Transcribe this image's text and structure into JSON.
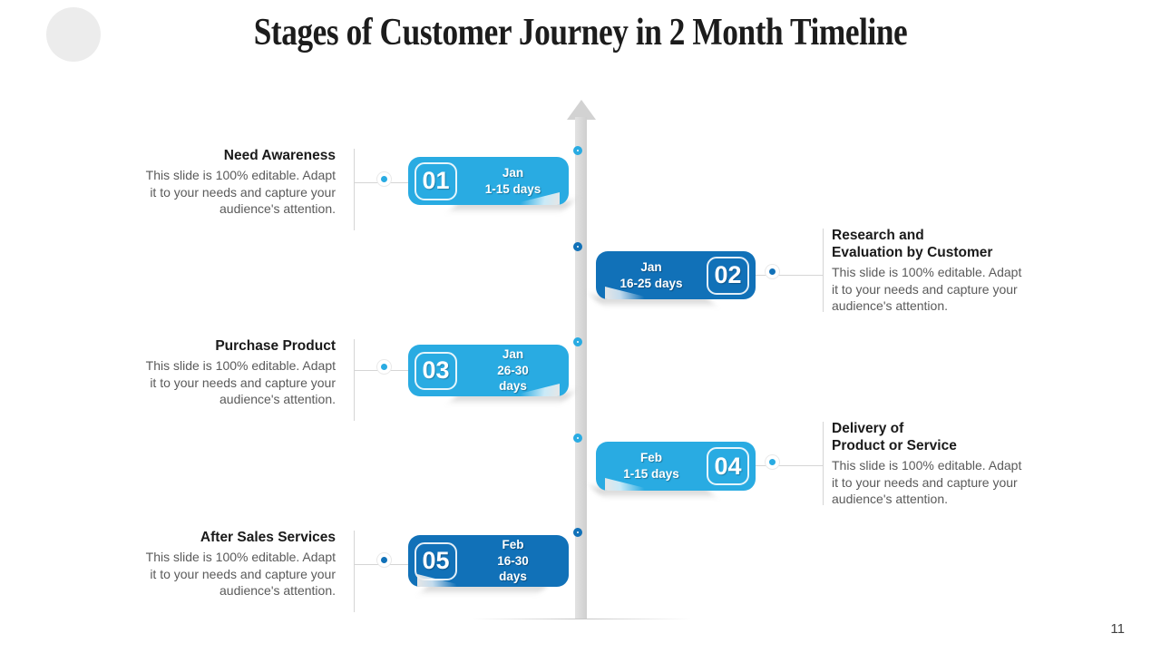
{
  "slide": {
    "title": "Stages of Customer Journey in 2 Month Timeline",
    "page_number": "11"
  },
  "colors": {
    "light_blue": "#29ABE2",
    "dark_blue": "#1171B8",
    "timeline_gray": "#D8D8D8",
    "heading_text": "#1A1A1A",
    "body_text": "#5A5A5A"
  },
  "stages": [
    {
      "number": "01",
      "side": "left",
      "theme": "light",
      "date": "Jan\n1-15 days",
      "title": "Need Awareness",
      "description": "This slide is 100% editable. Adapt\nit to your needs and capture your\naudience's attention."
    },
    {
      "number": "02",
      "side": "right",
      "theme": "dark",
      "date": "Jan\n16-25 days",
      "title": "Research and\nEvaluation by Customer",
      "description": "This slide is 100% editable. Adapt\nit to your needs and capture your\naudience's attention."
    },
    {
      "number": "03",
      "side": "left",
      "theme": "light",
      "date": "Jan\n26-30\ndays",
      "title": "Purchase Product",
      "description": "This slide is 100% editable. Adapt\nit to your needs and capture your\naudience's attention."
    },
    {
      "number": "04",
      "side": "right",
      "theme": "light",
      "date": "Feb\n1-15 days",
      "title": "Delivery of\nProduct or Service",
      "description": "This slide is 100% editable. Adapt\nit to your needs and capture your\naudience's attention."
    },
    {
      "number": "05",
      "side": "left",
      "theme": "dark",
      "date": "Feb\n16-30\ndays",
      "title": "After Sales Services",
      "description": "This slide is 100% editable. Adapt\nit to your needs and capture your\naudience's attention."
    }
  ]
}
